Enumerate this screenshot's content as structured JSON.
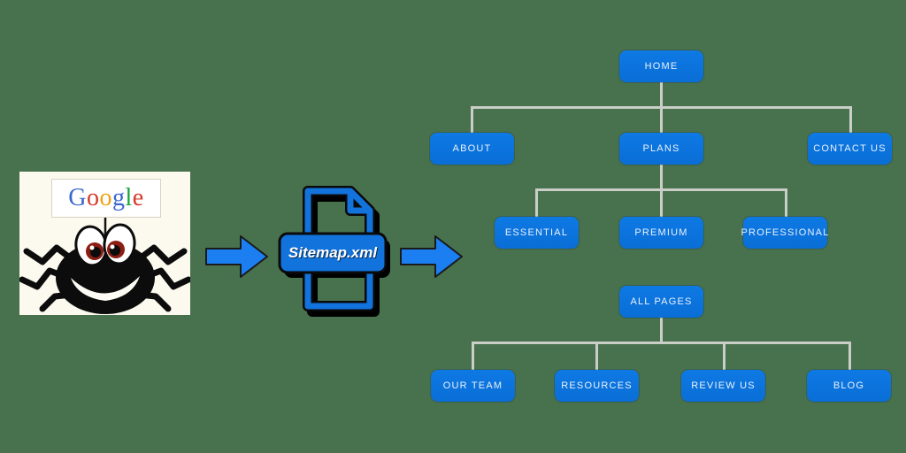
{
  "colors": {
    "background": "#48714e",
    "node_fill": "#0b72db",
    "connector_gray": "#c9cec7",
    "arrow_blue": "#1b7ff2",
    "icon_blue": "#1273dc"
  },
  "google_sign": {
    "word": "Google",
    "letters": [
      "G",
      "o",
      "o",
      "g",
      "l",
      "e"
    ],
    "letter_colors": [
      "#3b68d0",
      "#d6382a",
      "#f2a113",
      "#3b68d0",
      "#1aa33c",
      "#d6382a"
    ]
  },
  "sitemap_icon": {
    "label": "Sitemap.xml"
  },
  "tree": {
    "nodes": [
      {
        "id": "home",
        "label": "HOME"
      },
      {
        "id": "about",
        "label": "ABOUT"
      },
      {
        "id": "plans",
        "label": "PLANS"
      },
      {
        "id": "contact-us",
        "label": "CONTACT US"
      },
      {
        "id": "essential",
        "label": "ESSENTIAL"
      },
      {
        "id": "premium",
        "label": "PREMIUM"
      },
      {
        "id": "professional",
        "label": "PROFESSIONAL"
      },
      {
        "id": "all-pages",
        "label": "ALL PAGES"
      },
      {
        "id": "our-team",
        "label": "OUR TEAM"
      },
      {
        "id": "resources",
        "label": "RESOURCES"
      },
      {
        "id": "review-us",
        "label": "REVIEW US"
      },
      {
        "id": "blog",
        "label": "BLOG"
      }
    ]
  }
}
